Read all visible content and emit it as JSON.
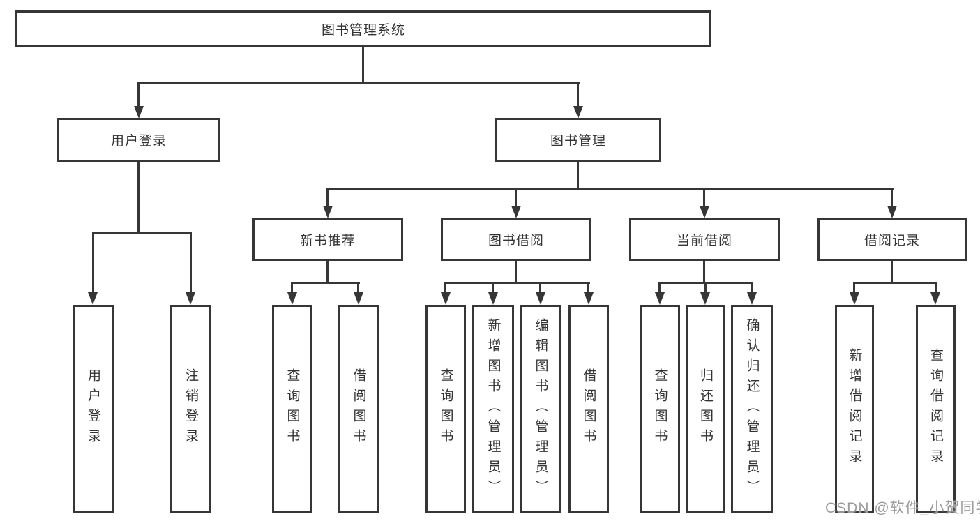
{
  "tree": {
    "root": {
      "label": "图书管理系统"
    },
    "branches": [
      {
        "label": "用户登录",
        "children": [
          {
            "label": "用户登录"
          },
          {
            "label": "注销登录"
          }
        ]
      },
      {
        "label": "图书管理",
        "children": [
          {
            "label": "新书推荐",
            "children": [
              {
                "label": "查询图书"
              },
              {
                "label": "借阅图书"
              }
            ]
          },
          {
            "label": "图书借阅",
            "children": [
              {
                "label": "查询图书"
              },
              {
                "label": "新增图书（管理员）"
              },
              {
                "label": "编辑图书（管理员）"
              },
              {
                "label": "借阅图书"
              }
            ]
          },
          {
            "label": "当前借阅",
            "children": [
              {
                "label": "查询图书"
              },
              {
                "label": "归还图书"
              },
              {
                "label": "确认归还（管理员）"
              }
            ]
          },
          {
            "label": "借阅记录",
            "children": [
              {
                "label": "新增借阅记录"
              },
              {
                "label": "查询借阅记录"
              }
            ]
          }
        ]
      }
    ]
  },
  "watermark": "CSDN @软件_小贺同学",
  "colors": {
    "line": "#363636",
    "text": "#333333",
    "watermark": "#9c9c9c",
    "background": "#ffffff"
  }
}
